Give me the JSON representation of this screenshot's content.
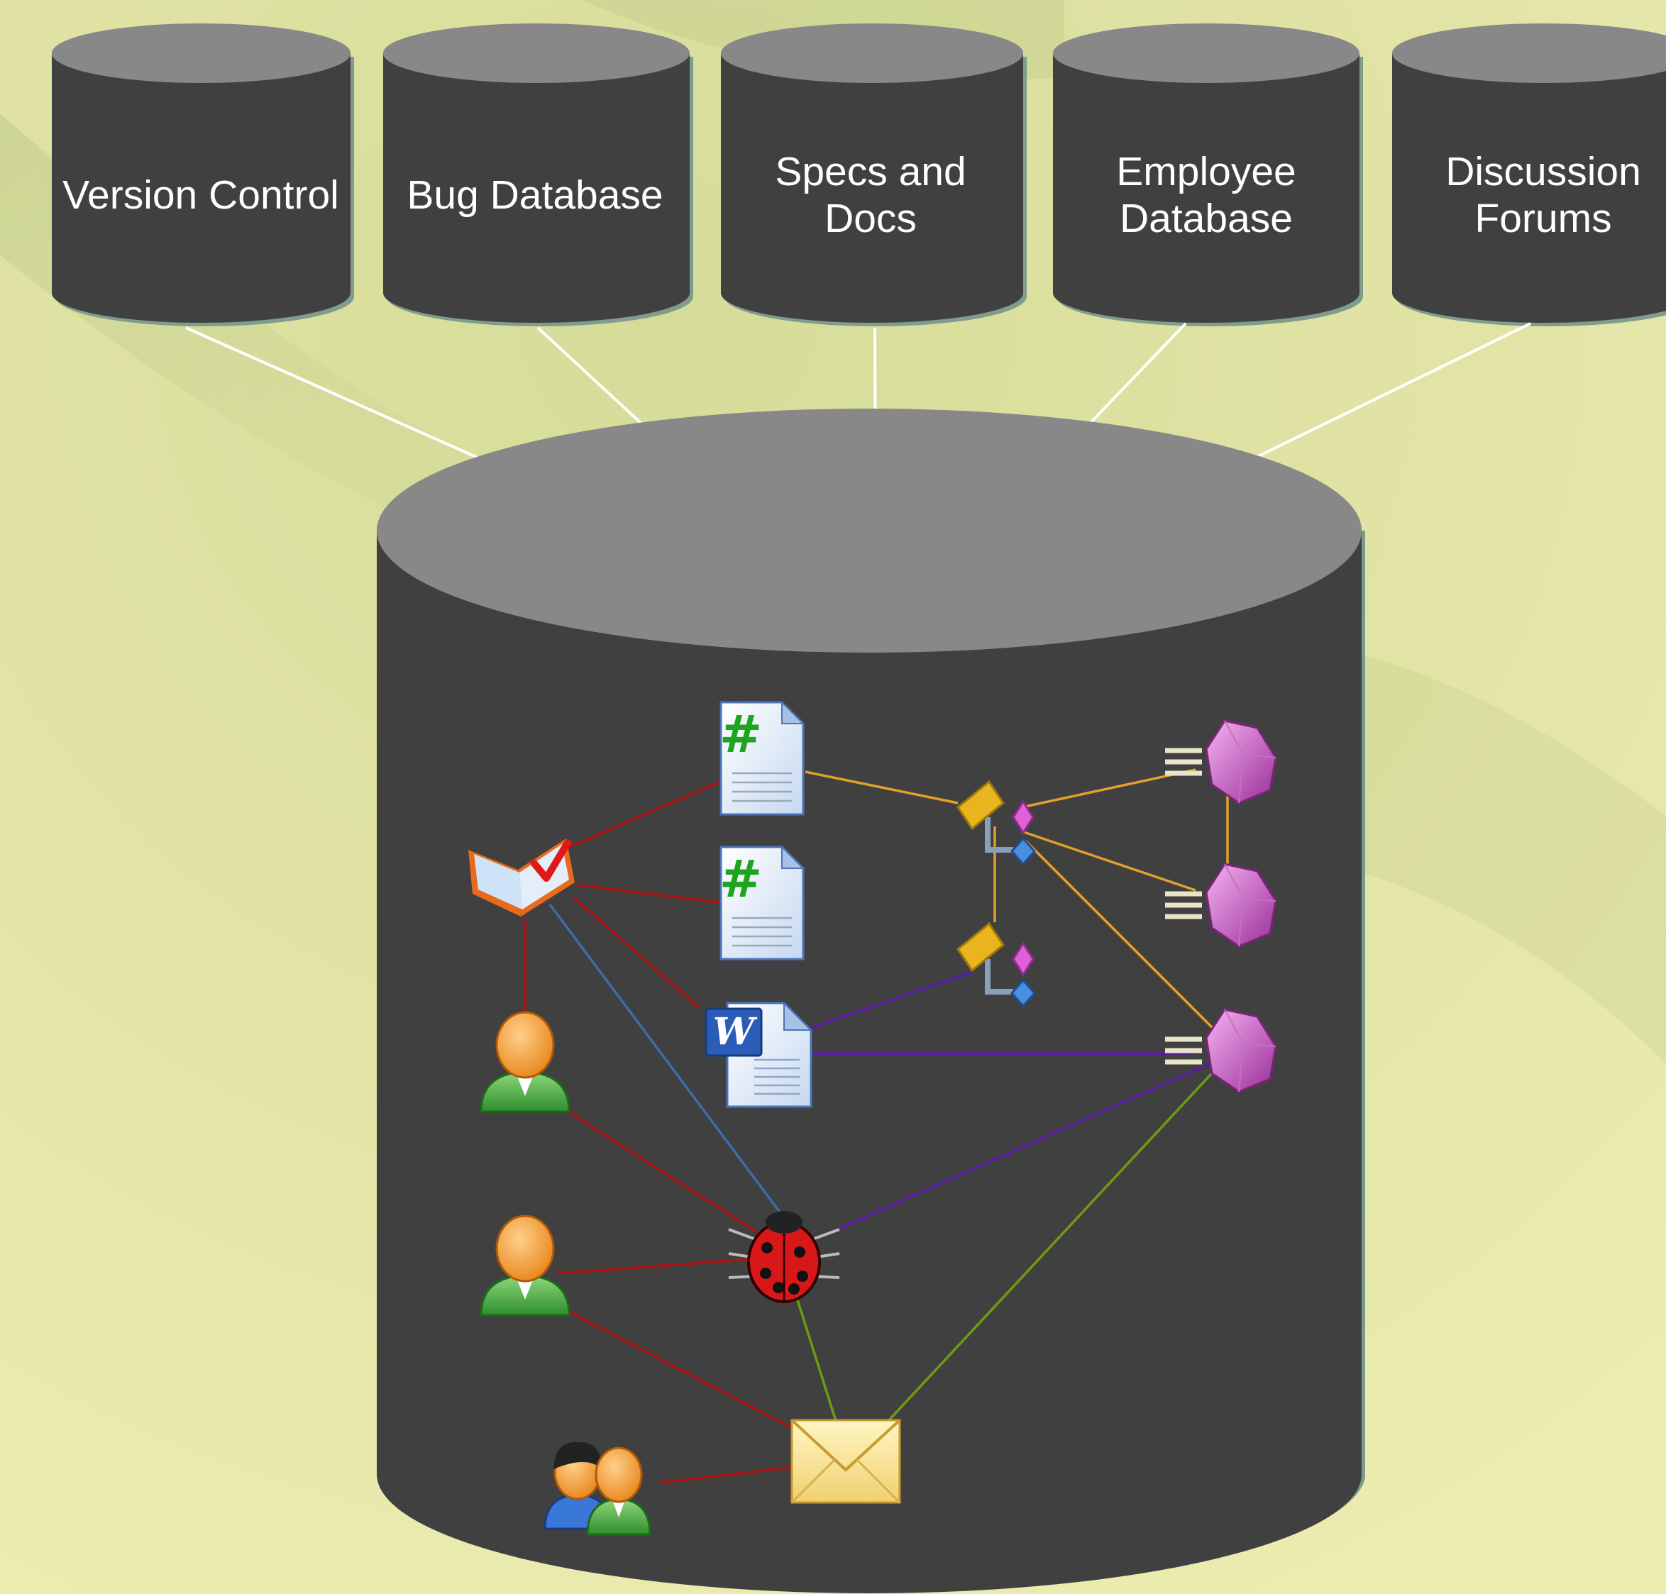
{
  "diagram": {
    "sources": [
      {
        "id": "version-control",
        "lines": [
          "Version Control"
        ]
      },
      {
        "id": "bug-database",
        "lines": [
          "Bug Database"
        ]
      },
      {
        "id": "specs-and-docs",
        "lines": [
          "Specs and",
          "Docs"
        ]
      },
      {
        "id": "employee-database",
        "lines": [
          "Employee",
          "Database"
        ]
      },
      {
        "id": "discussion-forums",
        "lines": [
          "Discussion",
          "Forums"
        ]
      }
    ],
    "icons": [
      {
        "id": "work-item",
        "kind": "checklist-book-icon"
      },
      {
        "id": "code-file-1",
        "kind": "source-code-file-icon"
      },
      {
        "id": "code-file-2",
        "kind": "source-code-file-icon"
      },
      {
        "id": "word-doc",
        "kind": "word-document-icon"
      },
      {
        "id": "class-diagram-1",
        "kind": "class-diagram-icon"
      },
      {
        "id": "class-diagram-2",
        "kind": "class-diagram-icon"
      },
      {
        "id": "method-1",
        "kind": "method-gem-icon"
      },
      {
        "id": "method-2",
        "kind": "method-gem-icon"
      },
      {
        "id": "method-3",
        "kind": "method-gem-icon"
      },
      {
        "id": "person-1",
        "kind": "person-icon"
      },
      {
        "id": "person-2",
        "kind": "person-icon"
      },
      {
        "id": "bug",
        "kind": "ladybug-icon"
      },
      {
        "id": "email",
        "kind": "envelope-icon"
      },
      {
        "id": "group",
        "kind": "user-group-icon"
      }
    ],
    "link_colors": {
      "red": "#b01212",
      "orange": "#e0a22a",
      "purple": "#5a1aa8",
      "blue": "#3a6ea5",
      "green": "#6f9a12"
    },
    "links": [
      {
        "from": "work-item",
        "to": "code-file-1",
        "color": "red"
      },
      {
        "from": "work-item",
        "to": "code-file-2",
        "color": "red"
      },
      {
        "from": "work-item",
        "to": "word-doc",
        "color": "red"
      },
      {
        "from": "work-item",
        "to": "person-1",
        "color": "red"
      },
      {
        "from": "work-item",
        "to": "bug",
        "color": "blue"
      },
      {
        "from": "code-file-1",
        "to": "class-diagram-1",
        "color": "orange"
      },
      {
        "from": "class-diagram-1",
        "to": "method-1",
        "color": "orange"
      },
      {
        "from": "class-diagram-1",
        "to": "method-2",
        "color": "orange"
      },
      {
        "from": "class-diagram-1",
        "to": "method-3",
        "color": "orange"
      },
      {
        "from": "class-diagram-1",
        "to": "class-diagram-2",
        "color": "orange"
      },
      {
        "from": "method-1",
        "to": "method-2",
        "color": "orange"
      },
      {
        "from": "word-doc",
        "to": "class-diagram-2",
        "color": "purple"
      },
      {
        "from": "word-doc",
        "to": "method-3",
        "color": "purple"
      },
      {
        "from": "bug",
        "to": "method-3",
        "color": "purple"
      },
      {
        "from": "person-1",
        "to": "bug",
        "color": "red"
      },
      {
        "from": "person-2",
        "to": "bug",
        "color": "red"
      },
      {
        "from": "person-2",
        "to": "email",
        "color": "red"
      },
      {
        "from": "bug",
        "to": "email",
        "color": "green"
      },
      {
        "from": "method-3",
        "to": "email",
        "color": "green"
      },
      {
        "from": "group",
        "to": "email",
        "color": "red"
      }
    ]
  }
}
